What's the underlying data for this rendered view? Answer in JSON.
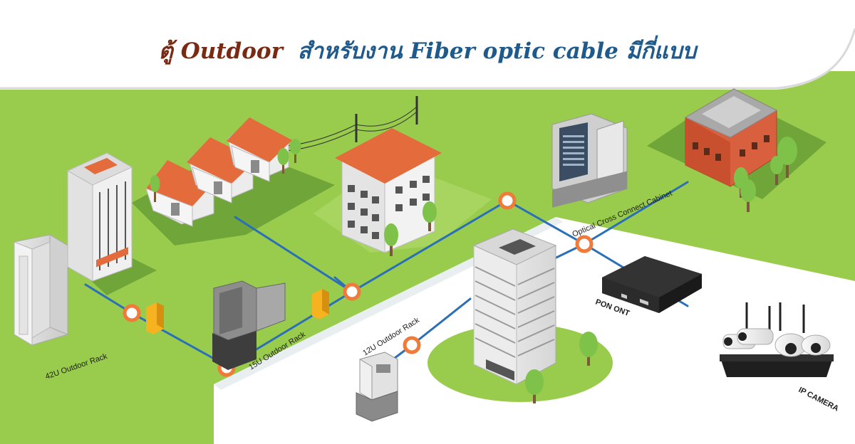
{
  "title": {
    "part1": "ตู้ Outdoor",
    "part2": "สำหรับงาน Fiber optic cable มีกี่แบบ"
  },
  "labels": {
    "rack42": "42U Outdoor Rack",
    "rack15": "15U Outdoor Rack",
    "rack12": "12U Outdoor Rack",
    "occ": "Optical Cross Connect Cabinet",
    "pon": "PON ONT",
    "ipcam": "IP CAMERA"
  },
  "colors": {
    "title_part1": "#7a2a12",
    "title_part2": "#1f5a8c",
    "grass": "#99cc4c",
    "road": "#ffffff",
    "cable": "#2a6fb8",
    "node": "#f07a3a",
    "roof": "#e36b3c",
    "brick": "#d9603f"
  },
  "icons": [
    "rack-cabinet-icon",
    "office-tower-icon",
    "house-icon",
    "apartment-icon",
    "optical-cabinet-icon",
    "brick-building-icon",
    "pon-ont-device-icon",
    "ip-camera-icon",
    "nvr-recorder-icon",
    "tree-icon",
    "junction-box-icon",
    "utility-pole-icon"
  ]
}
